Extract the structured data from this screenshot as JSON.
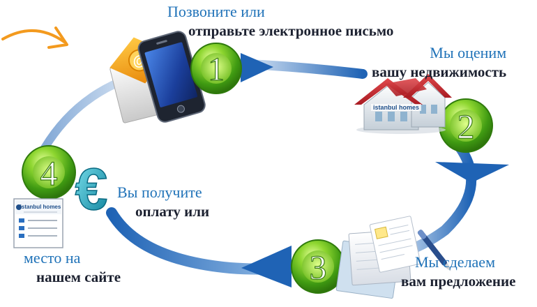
{
  "steps": [
    {
      "number": "1",
      "lead": "Позвоните или",
      "strong": "отправьте электронное письмо"
    },
    {
      "number": "2",
      "lead": "Мы оценим",
      "strong": "вашу недвижимость"
    },
    {
      "number": "3",
      "lead": "Мы сделаем",
      "strong": "вам предложение"
    },
    {
      "number": "4",
      "lead": "Вы получите",
      "strong": "оплату или"
    }
  ],
  "website_note": {
    "lead": "место на",
    "strong": "нашем сайте"
  },
  "brand": {
    "house_sign": "istanbul homes",
    "site_logo": "istanbul homes"
  },
  "icons": [
    "email-envelope-icon",
    "smartphone-icon",
    "house-icon",
    "documents-pen-icon",
    "euro-icon",
    "website-page-icon",
    "decorative-orange-arrow"
  ],
  "colors": {
    "step_badge": "#4aa61a",
    "step_badge_light": "#b6e85a",
    "text_blue": "#1f72b8",
    "text_dark": "#1c2130",
    "flow_arrow": "#1f63b5",
    "accent_orange": "#f39a1e"
  }
}
